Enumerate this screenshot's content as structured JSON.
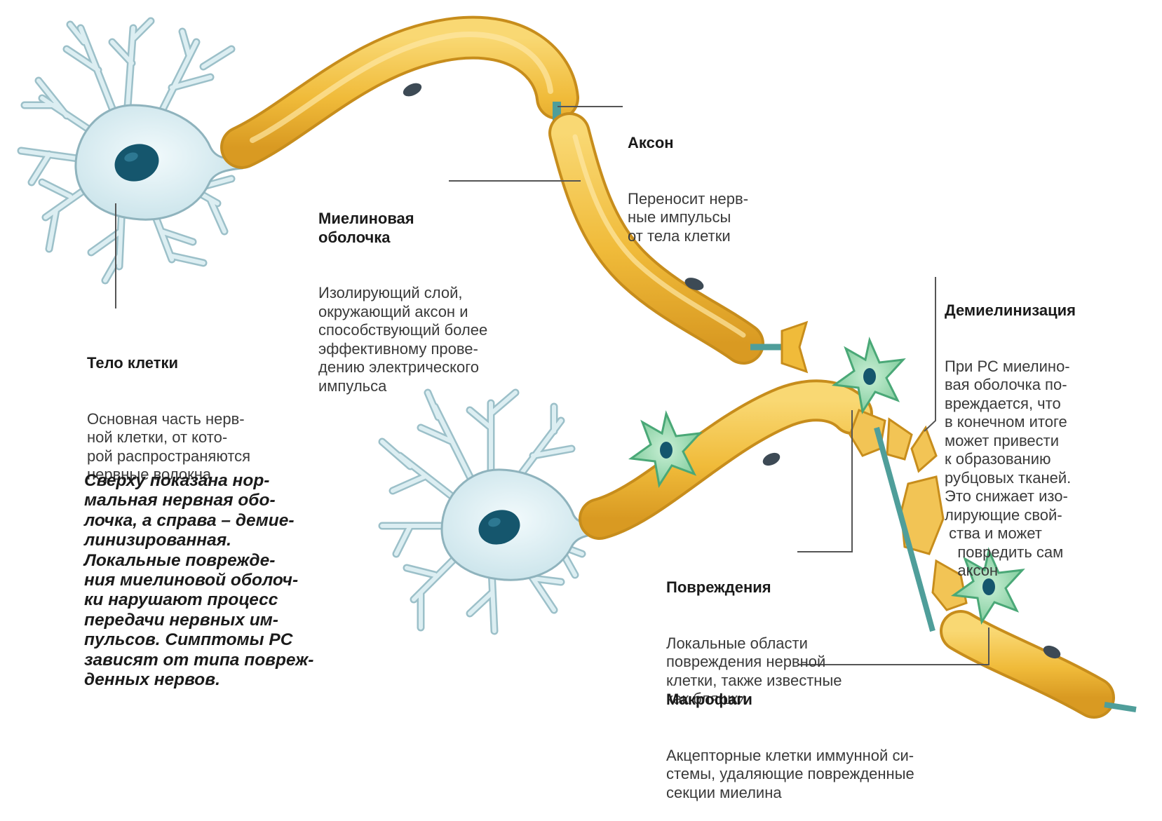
{
  "labels": {
    "axon": {
      "title": "Аксон",
      "text": "Переносит нерв-\nные импульсы\nот тела клетки"
    },
    "myelin": {
      "title": "Миелиновая\nоболочка",
      "text": "Изолирующий слой,\nокружающий аксон и\nспособствующий более\nэффективному прове-\nдению электрического\nимпульса"
    },
    "cell_body": {
      "title": "Тело клетки",
      "text": "Основная часть нерв-\nной клетки, от кото-\nрой распространяются\nнервные волокна"
    },
    "demyelination": {
      "title": "Демиелинизация",
      "text": "При РС миелино-\nвая оболочка по-\nвреждается, что\nв конечном итоге\nможет привести\nк образованию\nрубцовых тканей.\nЭто снижает изо-\nлирующие свой-\n ства и может\n   повредить сам\n   аксон"
    },
    "lesions": {
      "title": "Повреждения",
      "text": "Локальные области\nповреждения нервной\nклетки, также известные\nкак бляшки"
    },
    "macrophages": {
      "title": "Макрофаги",
      "text": "Акцепторные клетки иммунной си-\nстемы, удаляющие поврежденные\nсекции миелина"
    }
  },
  "caption": "Сверху показана нор-\nмальная нервная обо-\nлочка, а справа – демие-\nлинизированная.\nЛокальные поврежде-\nния миелиновой оболоч-\nки нарушают процесс\nпередачи нервных им-\nпульсов. Симптомы РС\nзависят от типа повреж-\nденных нервов.",
  "colors": {
    "neuron_fill": "#dceef2",
    "neuron_stroke": "#8fb3bd",
    "nucleus": "#15566d",
    "myelin_fill": "#f0bb3a",
    "myelin_stroke": "#c78d1c",
    "axon_core": "#4f9e9a",
    "macrophage_fill": "#8fd4a8",
    "macrophage_stroke": "#4aa877",
    "leader_line": "#555555"
  },
  "icons": {
    "neuron_normal": "neuron-cell-body",
    "neuron_demyelinated": "neuron-cell-body",
    "macrophage": "macrophage-star-cell"
  }
}
